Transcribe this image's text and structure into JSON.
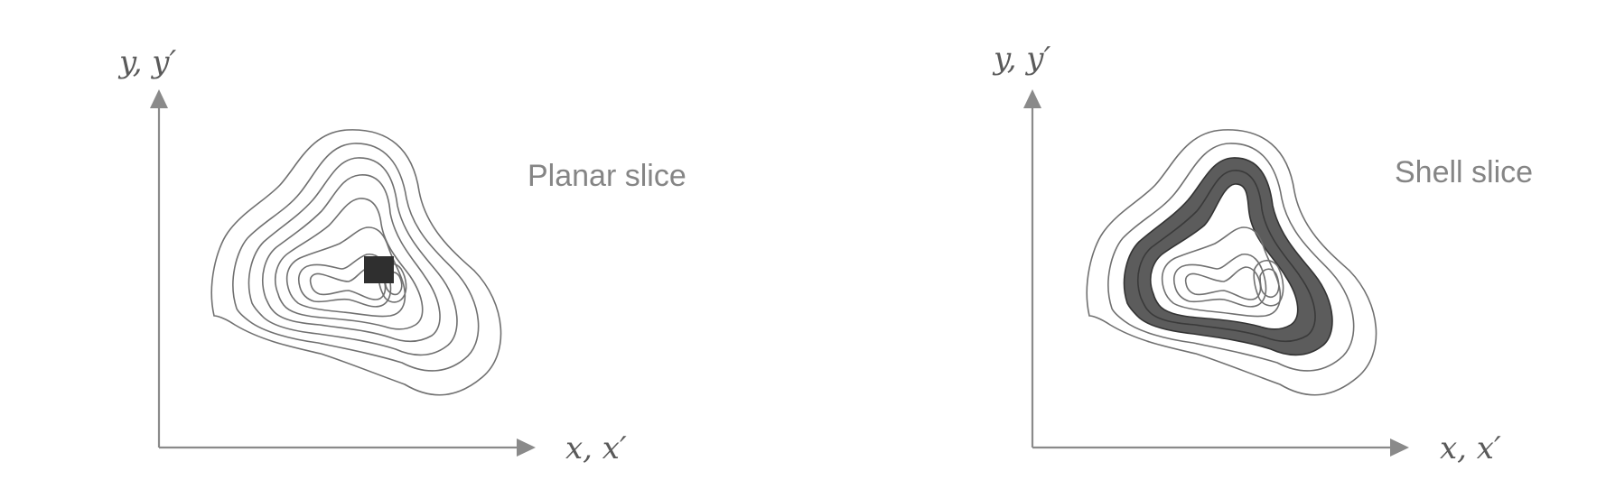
{
  "panels": [
    {
      "id": "planar",
      "title": "Planar slice",
      "y_axis_label": "y, y′",
      "x_axis_label": "x, x′",
      "slice_type": "planar"
    },
    {
      "id": "shell",
      "title": "Shell slice",
      "y_axis_label": "y, y′",
      "x_axis_label": "x, x′",
      "slice_type": "shell"
    }
  ],
  "colors": {
    "axis": "#8a8a8a",
    "contour": "#707070",
    "slice_fill": "#5c5c5c",
    "planar_block": "#2f2f2f",
    "title_text": "#858585"
  }
}
